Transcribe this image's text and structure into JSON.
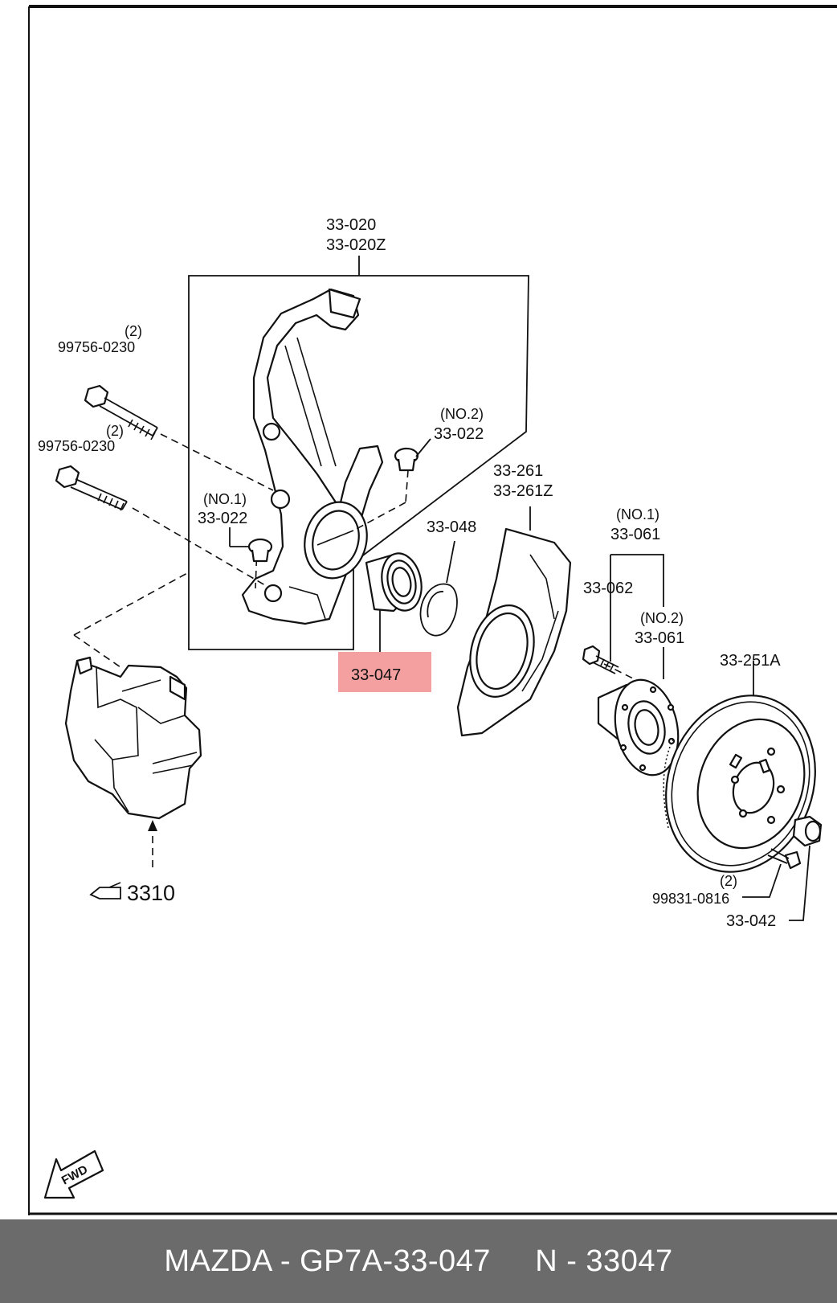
{
  "labels": {
    "knuckle": [
      "33-020",
      "33-020Z"
    ],
    "bolt_upper_qty": "(2)",
    "bolt_upper": "99756-0230",
    "bolt_lower_qty": "(2)",
    "bolt_lower": "99756-0230",
    "bush_no2_tag": "(NO.2)",
    "bush_no2": "33-022",
    "bush_no1_tag": "(NO.1)",
    "bush_no1": "33-022",
    "snap_ring": "33-048",
    "dust_cover": [
      "33-261",
      "33-261Z"
    ],
    "hub_no1_tag": "(NO.1)",
    "hub_no1": "33-061",
    "hub_bolt": "33-062",
    "hub_no2_tag": "(NO.2)",
    "hub_no2": "33-061",
    "disc": "33-251A",
    "screw_qty": "(2)",
    "screw": "99831-0816",
    "locknut": "33-042",
    "bearing_highlight": "33-047",
    "caliper_ref": "3310",
    "fwd": "FWD"
  },
  "colors": {
    "highlight": "#f4a0a0",
    "footer_bg": "#6b6b6b",
    "footer_text": "#ffffff"
  },
  "footer": {
    "text": "MAZDA - GP7A-33-047     N - 33047"
  }
}
